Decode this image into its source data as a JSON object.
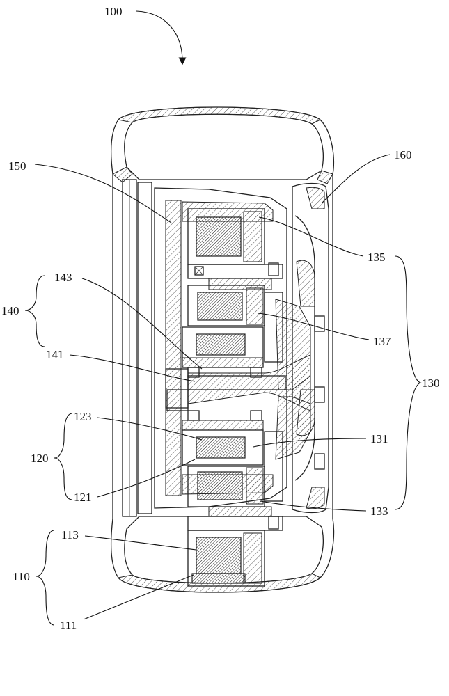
{
  "figure": {
    "reference_main": "100",
    "labels": {
      "l150": "150",
      "l160": "160",
      "l135": "135",
      "l143": "143",
      "l140": "140",
      "l137": "137",
      "l141": "141",
      "l130": "130",
      "l123": "123",
      "l131": "131",
      "l120": "120",
      "l121": "121",
      "l133": "133",
      "l113": "113",
      "l110": "110",
      "l111": "111"
    }
  }
}
